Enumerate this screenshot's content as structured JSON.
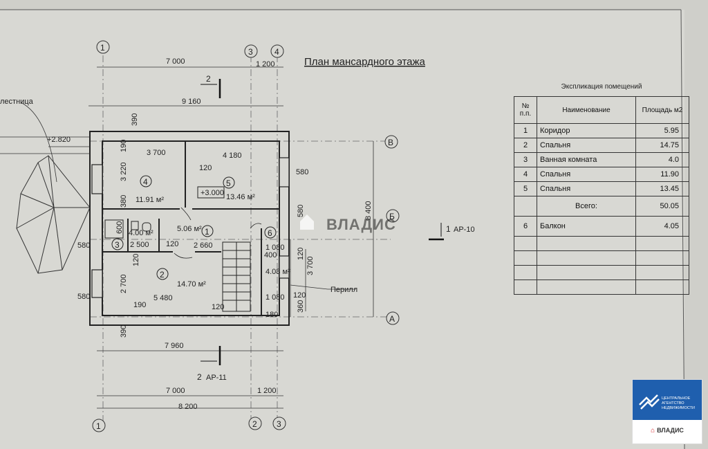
{
  "title": "План мансардного этажа",
  "axes": {
    "one": "1",
    "two": "2",
    "three": "3",
    "four": "4",
    "a": "А",
    "b": "Б",
    "v": "В"
  },
  "dims": {
    "top_7000": "7 000",
    "top_1200": "1 200",
    "top_9160": "9 160",
    "d_3700": "3 700",
    "d_4180": "4 180",
    "d_120a": "120",
    "d_120b": "120",
    "d_120c": "120",
    "d_120d": "120",
    "d_120e": "120",
    "d_120f": "120",
    "d_2500": "2 500",
    "d_2660": "2 660",
    "d_5480": "5 480",
    "d_1080a": "1 080",
    "d_1080b": "1 080",
    "d_390a": "390",
    "d_390b": "390",
    "d_190": "190",
    "d_3220": "3 220",
    "d_380": "380",
    "d_600": "600",
    "d_2700": "2 700",
    "d_580a": "580",
    "d_580b": "580",
    "d_580c": "580",
    "d_580d": "580",
    "d_400": "400",
    "d_3700v": "3 700",
    "d_360": "360",
    "d_180": "180",
    "d_8400": "8 400",
    "bot_7960": "7 960",
    "bot_7000": "7 000",
    "bot_1200": "1 200",
    "bot_8200": "8 200",
    "mark_2820": "+2.820",
    "mark_3000": "+3.000"
  },
  "rooms": {
    "r1": "1",
    "r2": "2",
    "r3": "3",
    "r4": "4",
    "r5": "5",
    "r6": "6",
    "a1": "5.06 м²",
    "a2": "14.70 м²",
    "a3": "4.00 м²",
    "a4": "11.91 м²",
    "a5": "13.46 м²",
    "a6": "4.08 м²"
  },
  "labels": {
    "stair": "лестница",
    "railing": "Перилл",
    "section_top": "2",
    "section_bottom": "2",
    "section_bottom_sheet": "АР-11",
    "section_right": "1",
    "section_right_sheet": "АР-10"
  },
  "watermark": "ВЛАДИС",
  "explication": {
    "title": "Экспликация помещений",
    "headers": {
      "num": "№ п.п.",
      "name": "Наименование",
      "area": "Площадь м2"
    },
    "rows": [
      {
        "num": "1",
        "name": "Коридор",
        "area": "5.95"
      },
      {
        "num": "2",
        "name": "Спальня",
        "area": "14.75"
      },
      {
        "num": "3",
        "name": "Ванная комната",
        "area": "4.0"
      },
      {
        "num": "4",
        "name": "Спальня",
        "area": "11.90"
      },
      {
        "num": "5",
        "name": "Спальня",
        "area": "13.45"
      }
    ],
    "total_label": "Всего:",
    "total_value": "50.05",
    "balcony": {
      "num": "6",
      "name": "Балкон",
      "area": "4.05"
    }
  },
  "brand": {
    "line1": "ЦЕНТРАЛЬНОЕ",
    "line2": "АГЕНТСТВО",
    "line3": "НЕДВИЖИМОСТИ",
    "bottom": "ВЛАДИС"
  },
  "colors": {
    "brand_blue": "#1f5fae",
    "brand_red": "#d9252a",
    "paper": "#cfcfca"
  }
}
